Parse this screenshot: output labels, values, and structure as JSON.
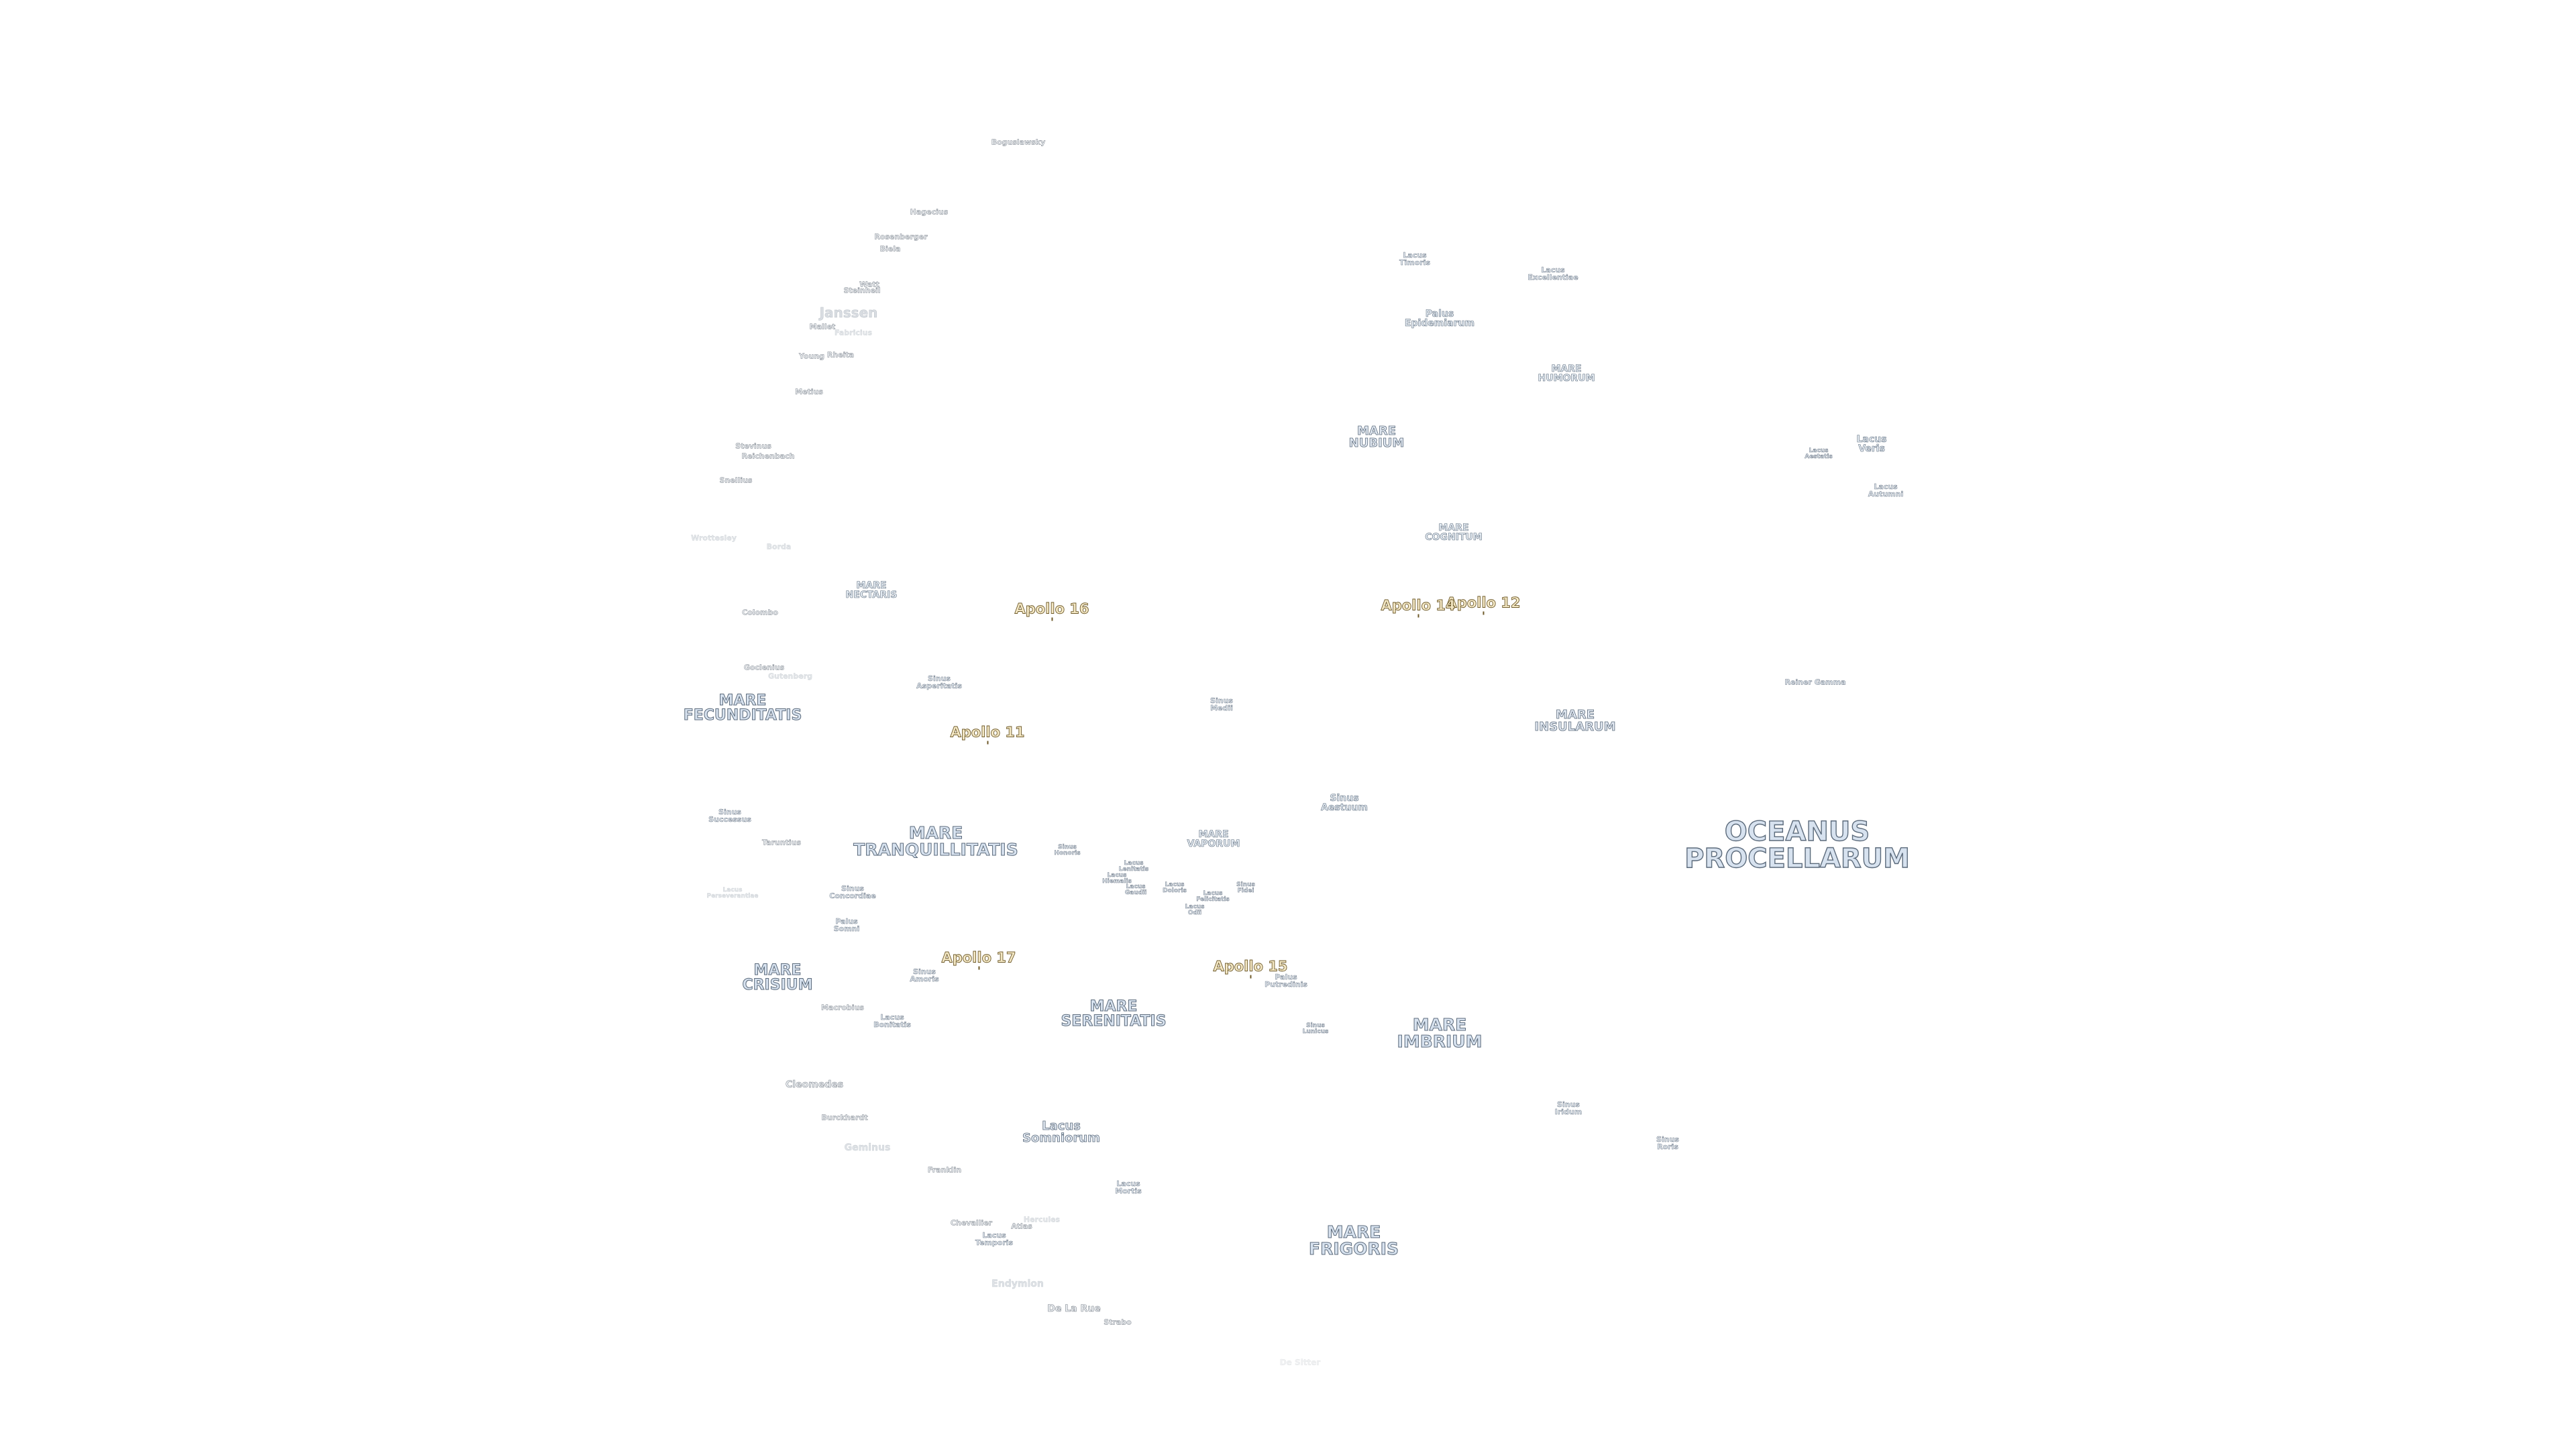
{
  "maria": [
    {
      "id": "oceanus-procellarum",
      "lines": [
        "OCEANUS",
        "PROCELLARUM"
      ],
      "style": "ocean"
    },
    {
      "id": "mare-frigoris",
      "lines": [
        "MARE",
        "FRIGORIS"
      ],
      "style": "mare"
    },
    {
      "id": "mare-imbrium",
      "lines": [
        "MARE",
        "IMBRIUM"
      ],
      "style": "mare"
    },
    {
      "id": "mare-serenitatis",
      "lines": [
        "MARE",
        "SERENITATIS"
      ],
      "style": "mare-m"
    },
    {
      "id": "mare-tranquillitatis",
      "lines": [
        "MARE",
        "TRANQUILLITATIS"
      ],
      "style": "mare"
    },
    {
      "id": "mare-crisium",
      "lines": [
        "MARE",
        "CRISIUM"
      ],
      "style": "mare-m"
    },
    {
      "id": "mare-fecunditatis",
      "lines": [
        "MARE",
        "FECUNDITATIS"
      ],
      "style": "mare-m"
    },
    {
      "id": "mare-nectaris",
      "lines": [
        "MARE",
        "NECTARIS"
      ],
      "style": "small"
    },
    {
      "id": "mare-nubium",
      "lines": [
        "MARE",
        "NUBIUM"
      ],
      "style": "med"
    },
    {
      "id": "mare-humorum",
      "lines": [
        "MARE",
        "HUMORUM"
      ],
      "style": "small"
    },
    {
      "id": "mare-cognitum",
      "lines": [
        "MARE",
        "COGNITUM"
      ],
      "style": "small"
    },
    {
      "id": "mare-insularum",
      "lines": [
        "MARE",
        "INSULARUM"
      ],
      "style": "med"
    },
    {
      "id": "mare-vaporum",
      "lines": [
        "MARE",
        "VAPORUM"
      ],
      "style": "small"
    }
  ],
  "lakes_bays": [
    {
      "id": "lacus-somniorum",
      "lines": [
        "Lacus",
        "Somniorum"
      ],
      "style": "med"
    },
    {
      "id": "lacus-mortis",
      "lines": [
        "Lacus",
        "Mortis"
      ],
      "style": "tiny"
    },
    {
      "id": "lacus-temporis",
      "lines": [
        "Lacus",
        "Temporis"
      ],
      "style": "tiny"
    },
    {
      "id": "lacus-bonitatis",
      "lines": [
        "Lacus",
        "Bonitatis"
      ],
      "style": "tiny"
    },
    {
      "id": "lacus-timoris",
      "lines": [
        "Lacus",
        "Timoris"
      ],
      "style": "tiny"
    },
    {
      "id": "lacus-excellentiae",
      "lines": [
        "Lacus",
        "Excellentiae"
      ],
      "style": "tiny"
    },
    {
      "id": "lacus-veris",
      "lines": [
        "Lacus",
        "Veris"
      ],
      "style": "small"
    },
    {
      "id": "lacus-autumni",
      "lines": [
        "Lacus",
        "Autumni"
      ],
      "style": "tiny"
    },
    {
      "id": "lacus-aestatis",
      "lines": [
        "Lacus",
        "Aestatis"
      ],
      "style": "tiny-s"
    },
    {
      "id": "lacus-doloris",
      "lines": [
        "Lacus",
        "Doloris"
      ],
      "style": "tiny-s"
    },
    {
      "id": "lacus-gaudii",
      "lines": [
        "Lacus",
        "Gaudii"
      ],
      "style": "tiny-s"
    },
    {
      "id": "lacus-hiemalis",
      "lines": [
        "Lacus",
        "Hiemalis"
      ],
      "style": "tiny-s"
    },
    {
      "id": "lacus-lenitatis",
      "lines": [
        "Lacus",
        "Lenitatis"
      ],
      "style": "tiny-s"
    },
    {
      "id": "lacus-odii",
      "lines": [
        "Lacus",
        "Odii"
      ],
      "style": "tiny-s"
    },
    {
      "id": "lacus-felicitatis",
      "lines": [
        "Lacus",
        "Felicitatis"
      ],
      "style": "tiny-s"
    },
    {
      "id": "lacus-perseverantiae",
      "lines": [
        "Lacus",
        "Perseverantiae"
      ],
      "style": "faint-s"
    },
    {
      "id": "palus-epidemiarum",
      "lines": [
        "Palus",
        "Epidemiarum"
      ],
      "style": "small"
    },
    {
      "id": "palus-putredinis",
      "lines": [
        "Palus",
        "Putredinis"
      ],
      "style": "tiny"
    },
    {
      "id": "palus-somni",
      "lines": [
        "Palus",
        "Somni"
      ],
      "style": "tiny"
    },
    {
      "id": "sinus-medii",
      "lines": [
        "Sinus",
        "Medii"
      ],
      "style": "tiny"
    },
    {
      "id": "sinus-aestuum",
      "lines": [
        "Sinus",
        "Aestuum"
      ],
      "style": "small"
    },
    {
      "id": "sinus-iridum",
      "lines": [
        "Sinus",
        "Iridum"
      ],
      "style": "tiny"
    },
    {
      "id": "sinus-roris",
      "lines": [
        "Sinus",
        "Roris"
      ],
      "style": "tiny"
    },
    {
      "id": "sinus-asperitatis",
      "lines": [
        "Sinus",
        "Asperitatis"
      ],
      "style": "tiny"
    },
    {
      "id": "sinus-successus",
      "lines": [
        "Sinus",
        "Successus"
      ],
      "style": "tiny"
    },
    {
      "id": "sinus-concordiae",
      "lines": [
        "Sinus",
        "Concordiae"
      ],
      "style": "tiny"
    },
    {
      "id": "sinus-amoris",
      "lines": [
        "Sinus",
        "Amoris"
      ],
      "style": "tiny"
    },
    {
      "id": "sinus-honoris",
      "lines": [
        "Sinus",
        "Honoris"
      ],
      "style": "tiny-s"
    },
    {
      "id": "sinus-fidei",
      "lines": [
        "Sinus",
        "Fidei"
      ],
      "style": "tiny-s"
    },
    {
      "id": "sinus-lunicus",
      "lines": [
        "Sinus",
        "Lunicus"
      ],
      "style": "tiny-s"
    }
  ],
  "features": [
    {
      "id": "reiner-gamma",
      "text": "Reiner Gamma",
      "style": "tiny"
    }
  ],
  "craters": [
    {
      "id": "boguslawsky",
      "text": "Boguslawsky",
      "style": "crater-s"
    },
    {
      "id": "hagecius",
      "text": "Hagecius",
      "style": "crater-s"
    },
    {
      "id": "rosenberger",
      "text": "Rosenberger",
      "style": "crater-s"
    },
    {
      "id": "biela",
      "text": "Biela",
      "style": "crater-s"
    },
    {
      "id": "steinheil",
      "text": "Steinheil",
      "style": "crater-s"
    },
    {
      "id": "watt",
      "text": "Watt",
      "style": "crater-s"
    },
    {
      "id": "janssen",
      "text": "Janssen",
      "style": "faint-l"
    },
    {
      "id": "mallet",
      "text": "Mallet",
      "style": "crater-s"
    },
    {
      "id": "fabricius",
      "text": "Fabricius",
      "style": "faint-s"
    },
    {
      "id": "young",
      "text": "Young",
      "style": "crater-s"
    },
    {
      "id": "rheita",
      "text": "Rheita",
      "style": "crater-s"
    },
    {
      "id": "metius",
      "text": "Metius",
      "style": "crater-s"
    },
    {
      "id": "stevinus",
      "text": "Stevinus",
      "style": "crater-s"
    },
    {
      "id": "reichenbach",
      "text": "Reichenbach",
      "style": "crater-s"
    },
    {
      "id": "snellius",
      "text": "Snellius",
      "style": "crater-s"
    },
    {
      "id": "wrottesley",
      "text": "Wrottesley",
      "style": "faint-s"
    },
    {
      "id": "borda",
      "text": "Borda",
      "style": "faint-s"
    },
    {
      "id": "colombo",
      "text": "Colombo",
      "style": "crater-s"
    },
    {
      "id": "goclenius",
      "text": "Goclenius",
      "style": "crater-s"
    },
    {
      "id": "gutenberg",
      "text": "Gutenberg",
      "style": "faint-s"
    },
    {
      "id": "taruntius",
      "text": "Taruntius",
      "style": "crater-s"
    },
    {
      "id": "macrobius",
      "text": "Macrobius",
      "style": "crater-s"
    },
    {
      "id": "cleomedes",
      "text": "Cleomedes",
      "style": "crater"
    },
    {
      "id": "burckhardt",
      "text": "Burckhardt",
      "style": "crater-s"
    },
    {
      "id": "geminus",
      "text": "Geminus",
      "style": "faint"
    },
    {
      "id": "franklin",
      "text": "Franklin",
      "style": "crater-s"
    },
    {
      "id": "chevallier",
      "text": "Chevallier",
      "style": "crater-s"
    },
    {
      "id": "atlas",
      "text": "Atlas",
      "style": "crater-s"
    },
    {
      "id": "hercules",
      "text": "Hercules",
      "style": "faint-s"
    },
    {
      "id": "endymion",
      "text": "Endymion",
      "style": "faint"
    },
    {
      "id": "de-la-rue",
      "text": "De La Rue",
      "style": "crater"
    },
    {
      "id": "strabo",
      "text": "Strabo",
      "style": "crater-s"
    },
    {
      "id": "de-sitter",
      "text": "De Sitter",
      "style": "faintest"
    }
  ],
  "apollo_sites": [
    {
      "id": "apollo-11",
      "text": "Apollo 11"
    },
    {
      "id": "apollo-12",
      "text": "Apollo 12"
    },
    {
      "id": "apollo-14",
      "text": "Apollo 14"
    },
    {
      "id": "apollo-15",
      "text": "Apollo 15"
    },
    {
      "id": "apollo-16",
      "text": "Apollo 16"
    },
    {
      "id": "apollo-17",
      "text": "Apollo 17"
    }
  ]
}
